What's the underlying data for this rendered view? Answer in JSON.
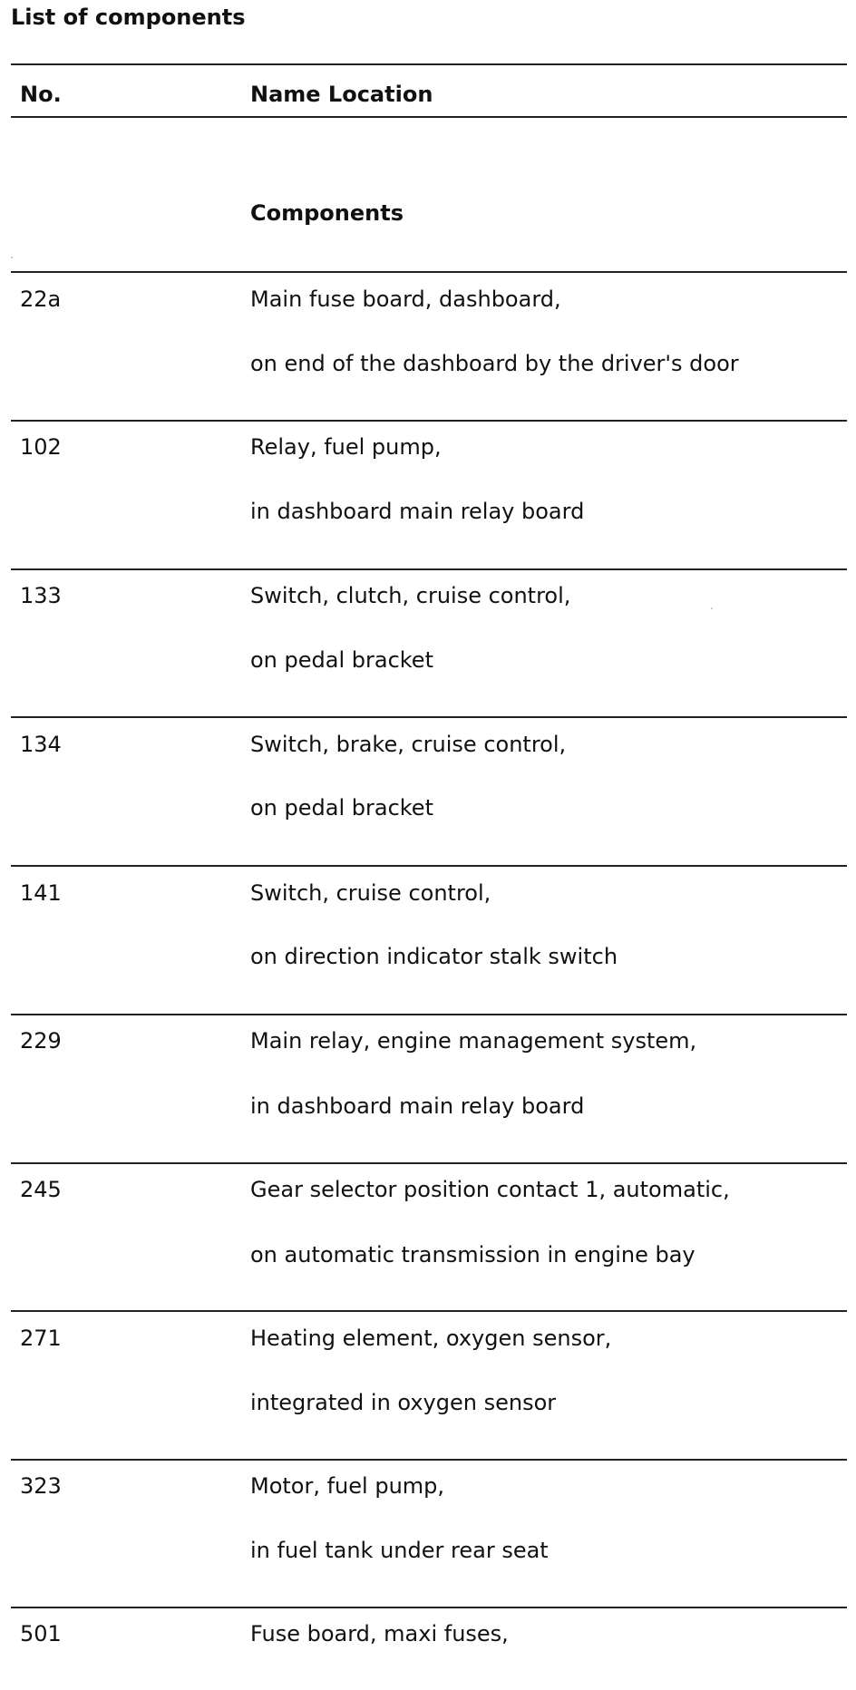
{
  "document": {
    "title": "List of components",
    "header": {
      "no_label": "No.",
      "name_location_label": "Name Location"
    },
    "section_title": "Components",
    "components": [
      {
        "no": "22a",
        "name": "Main fuse board, dashboard,",
        "location": "on end of the dashboard by the driver's door"
      },
      {
        "no": "102",
        "name": "Relay, fuel pump,",
        "location": "in dashboard main relay board"
      },
      {
        "no": "133",
        "name": "Switch, clutch, cruise control,",
        "location": "on pedal bracket"
      },
      {
        "no": "134",
        "name": "Switch, brake, cruise control,",
        "location": "on pedal bracket"
      },
      {
        "no": "141",
        "name": "Switch, cruise control,",
        "location": "on direction indicator stalk switch"
      },
      {
        "no": "229",
        "name": "Main relay, engine management system,",
        "location": "in dashboard main relay board"
      },
      {
        "no": "245",
        "name": "Gear selector position contact 1, automatic,",
        "location": "on automatic transmission in engine bay"
      },
      {
        "no": "271",
        "name": "Heating element, oxygen sensor,",
        "location": "integrated in oxygen sensor"
      },
      {
        "no": "323",
        "name": "Motor, fuel pump,",
        "location": "in fuel tank under rear seat"
      },
      {
        "no": "501",
        "name": "Fuse board, maxi fuses,",
        "location": ""
      }
    ]
  }
}
